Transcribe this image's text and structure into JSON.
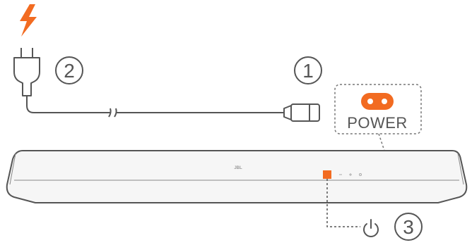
{
  "steps": {
    "one": "1",
    "two": "2",
    "three": "3"
  },
  "power_port": {
    "label": "POWER"
  },
  "soundbar": {
    "brand": "JBL"
  },
  "colors": {
    "accent": "#F26B21",
    "line": "#555555",
    "body_fill": "#f6f6f6"
  },
  "icons": {
    "electricity": "lightning-bolt-icon",
    "plug": "power-plug-icon",
    "connector": "power-connector-icon",
    "socket": "power-socket-icon",
    "standby": "power-standby-icon"
  }
}
